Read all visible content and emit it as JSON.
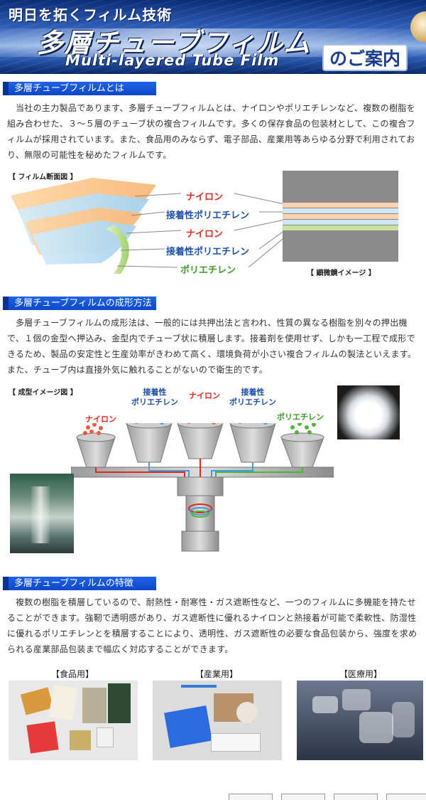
{
  "banner": {
    "tagline": "明日を拓くフィルム技術",
    "title": "多層チューブフィルム",
    "subtitle": "Multi-layered Tube Film",
    "guide": "のご案内"
  },
  "section1": {
    "heading": "多層チューブフィルムとは",
    "body": "当社の主力製品であります、多層チューブフィルムとは、ナイロンやポリエチレンなど、複数の樹脂を組み合わせた、３～５層のチューブ状の複合フィルムです。多くの保存食品の包装材として、この複合フィルムが採用されています。また、食品用のみならず、電子部品、産業用等あらゆる分野で利用されており、無限の可能性を秘めたフィルムです。",
    "diagram_caption": "【 フィルム断面図 】",
    "layers": [
      "ナイロン",
      "接着性ポリエチレン",
      "ナイロン",
      "接着性ポリエチレン",
      "ポリエチレン"
    ],
    "micro_caption": "【 顕微鏡イメージ 】"
  },
  "section2": {
    "heading": "多層チューブフィルムの成形方法",
    "body": "多層チューブフィルムの成形法は、一般的には共押出法と言われ、性質の異なる樹脂を別々の押出機で、１個の金型へ押込み、金型内でチューブ状に積層します。接着剤を使用せず、しかも一工程で成形できるため、製品の安定性と生産効率がきわめて高く、環境負荷が小さい複合フィルムの製法といえます。また、チューブ内は直接外気に触れることがないので衛生的です。",
    "diagram_caption": "【 成型イメージ図 】",
    "hoppers": [
      {
        "line1": "",
        "line2": "ナイロン"
      },
      {
        "line1": "接着性",
        "line2": "ポリエチレン"
      },
      {
        "line1": "",
        "line2": "ナイロン"
      },
      {
        "line1": "接着性",
        "line2": "ポリエチレン"
      },
      {
        "line1": "",
        "line2": "ポリエチレン"
      }
    ]
  },
  "section3": {
    "heading": "多層チューブフィルムの特徴",
    "body": "複数の樹脂を積層しているので、耐熱性・耐寒性・ガス遮断性など、一つのフィルムに多機能を持たせることができます。強靭で透明感があり、ガス遮断性に優れるナイロンと熱接着が可能で柔軟性、防湿性に優れるポリエチレンとを積層することにより、透明性、ガス遮断性の必要な食品包装から、強度を求められる産業部品包装まで幅広く対応することができます。",
    "uses": [
      "【食品用】",
      "【産業用】",
      "【医療用】"
    ]
  },
  "colors": {
    "nylon": "#e0281e",
    "adhesive_pe": "#1e4fa8",
    "pe": "#3d9a25",
    "section_header": "#0d48c8"
  }
}
